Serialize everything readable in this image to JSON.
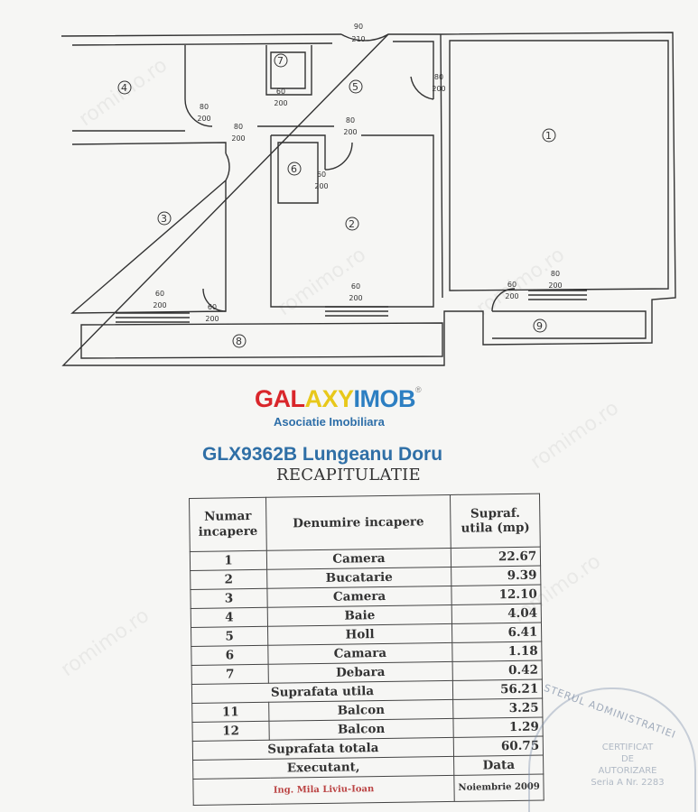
{
  "floor_plan": {
    "rooms": [
      "1",
      "2",
      "3",
      "4",
      "5",
      "6",
      "7",
      "8",
      "9"
    ],
    "doors": [
      {
        "w": "90",
        "h": "210"
      },
      {
        "w": "80",
        "h": "200"
      },
      {
        "w": "80",
        "h": "200"
      },
      {
        "w": "80",
        "h": "200"
      },
      {
        "w": "60",
        "h": "200"
      },
      {
        "w": "80",
        "h": "200"
      },
      {
        "w": "60",
        "h": "200"
      },
      {
        "w": "60",
        "h": "200"
      },
      {
        "w": "60",
        "h": "200"
      },
      {
        "w": "60",
        "h": "200"
      },
      {
        "w": "60",
        "h": "200"
      },
      {
        "w": "80",
        "h": "200"
      }
    ]
  },
  "watermark": "romimo.ro",
  "brand": {
    "logo_text_1": "GAL",
    "logo_text_2": "AXY",
    "logo_text_3": "IMOB",
    "registered": "®",
    "subtitle": "Asociatie Imobiliara"
  },
  "listing_ref": "GLX9362B Lungeanu Doru",
  "title": "RECAPITULATIE",
  "table": {
    "headers": {
      "number": "Numar incapere",
      "name": "Denumire incapere",
      "area": "Supraf. utila (mp)"
    },
    "rows": [
      {
        "number": "1",
        "name": "Camera",
        "area": "22.67"
      },
      {
        "number": "2",
        "name": "Bucatarie",
        "area": "9.39"
      },
      {
        "number": "3",
        "name": "Camera",
        "area": "12.10"
      },
      {
        "number": "4",
        "name": "Baie",
        "area": "4.04"
      },
      {
        "number": "5",
        "name": "Holl",
        "area": "6.41"
      },
      {
        "number": "6",
        "name": "Camara",
        "area": "1.18"
      },
      {
        "number": "7",
        "name": "Debara",
        "area": "0.42"
      }
    ],
    "subtotal": {
      "label": "Suprafata utila",
      "area": "56.21"
    },
    "balconies": [
      {
        "number": "11",
        "name": "Balcon",
        "area": "3.25"
      },
      {
        "number": "12",
        "name": "Balcon",
        "area": "1.29"
      }
    ],
    "total": {
      "label": "Suprafata totala",
      "area": "60.75"
    },
    "executant_label": "Executant,",
    "date_label": "Data",
    "executant_name": "Ing. Mila Liviu-Ioan",
    "date": "Noiembrie 2009"
  },
  "stamp": {
    "arc": "STERUL ADMINISTRATIEI",
    "line1": "CERTIFICAT",
    "line2": "DE",
    "line3": "AUTORIZARE",
    "line4": "Seria A Nr. 2283"
  }
}
